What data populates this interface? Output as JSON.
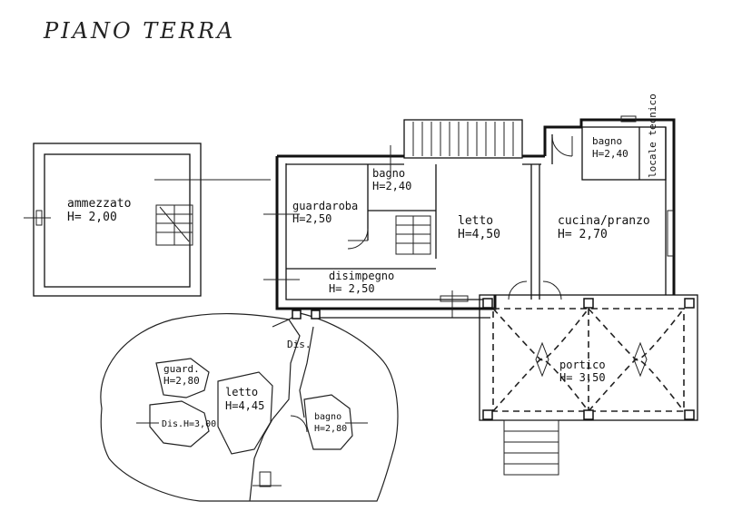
{
  "title": "PIANO TERRA",
  "rooms": {
    "ammezzato": {
      "name": "ammezzato",
      "height": "H=  2,00"
    },
    "guardaroba": {
      "name": "guardaroba",
      "height": "H=2,50"
    },
    "bagno_small": {
      "name": "bagno",
      "height": "H=2,40"
    },
    "letto_main": {
      "name": "letto",
      "height": "H=4,50"
    },
    "disimpegno": {
      "name": "disimpegno",
      "height": "H=  2,50"
    },
    "bagno_right": {
      "name": "bagno",
      "height": "H=2,40"
    },
    "locale_tecnico": {
      "name": "locale tecnico"
    },
    "cucina": {
      "name": "cucina/pranzo",
      "height": "H=  2,70"
    },
    "portico": {
      "name": "portico",
      "height": "H= 3,50"
    },
    "dis_upper": {
      "name": "Dis."
    },
    "guard": {
      "name": "guard.",
      "height": "H=2,80"
    },
    "letto_cave": {
      "name": "letto",
      "height": "H=4,45"
    },
    "dis_lower": {
      "name": "Dis.",
      "height": "H=3,00"
    },
    "bagno_cave": {
      "name": "bagno",
      "height": "H=2,80"
    }
  }
}
